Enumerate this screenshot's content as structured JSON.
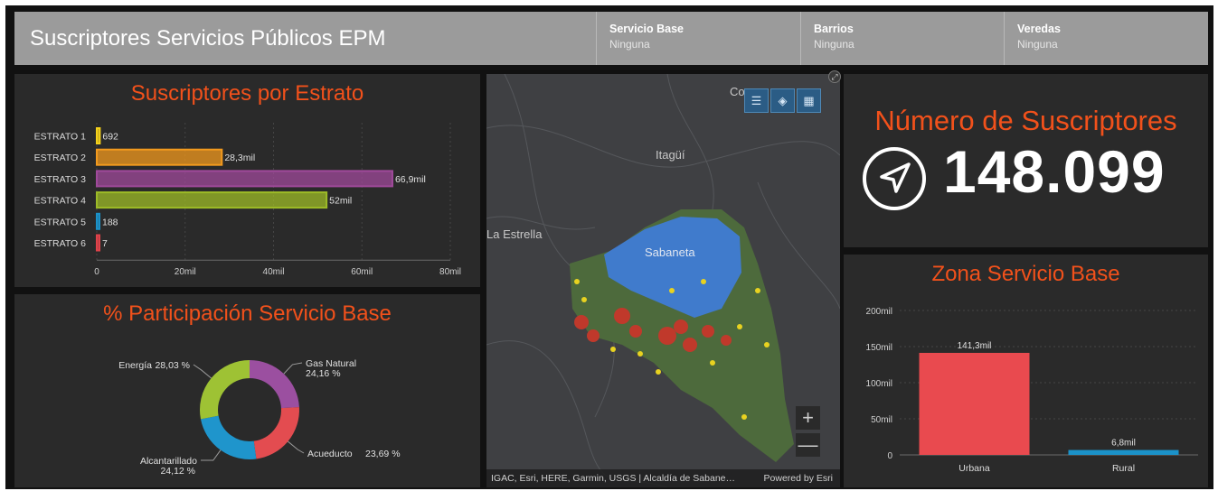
{
  "header": {
    "title": "Suscriptores Servicios Públicos EPM",
    "selectors": [
      {
        "label": "Servicio Base",
        "value": "Ninguna"
      },
      {
        "label": "Barrios",
        "value": "Ninguna"
      },
      {
        "label": "Veredas",
        "value": "Ninguna"
      }
    ]
  },
  "colors": {
    "title_orange": "#f2511b",
    "panel_bg": "#2a2a2a",
    "header_bg": "#9b9b9b",
    "map_button": "#2b5c85"
  },
  "estrato_chart": {
    "title": "Suscriptores por Estrato"
  },
  "participacion_chart": {
    "title": "% Participación Servicio Base"
  },
  "indicator": {
    "title": "Número de Suscriptores",
    "value": "148.099",
    "icon": "navigation-arrow-icon"
  },
  "zona_chart": {
    "title": "Zona Servicio Base"
  },
  "map": {
    "place_labels": [
      "Co",
      "Itagüí",
      "La Estrella",
      "Sabaneta"
    ],
    "buttons": [
      "legend-icon",
      "layers-icon",
      "basemap-gallery-icon"
    ],
    "zoom_in": "+",
    "zoom_out": "—",
    "attribution": "IGAC, Esri, HERE, Garmin, USGS | Alcaldía de Sabane…",
    "powered_by": "Powered by Esri",
    "expand_icon": "fullscreen-icon"
  },
  "chart_data": [
    {
      "type": "bar",
      "orientation": "horizontal",
      "title": "Suscriptores por Estrato",
      "categories": [
        "ESTRATO 1",
        "ESTRATO 2",
        "ESTRATO 3",
        "ESTRATO 4",
        "ESTRATO 5",
        "ESTRATO 6"
      ],
      "values": [
        692,
        28300,
        66900,
        52000,
        188,
        7
      ],
      "data_labels": [
        "692",
        "28,3mil",
        "66,9mil",
        "52mil",
        "188",
        "7"
      ],
      "colors": [
        "#f6d21a",
        "#f39a1e",
        "#a04a9b",
        "#9dbb27",
        "#1b92c9",
        "#e0424a"
      ],
      "xlim": [
        0,
        80000
      ],
      "xticks": [
        0,
        20000,
        40000,
        60000,
        80000
      ],
      "xtick_labels": [
        "0",
        "20mil",
        "40mil",
        "60mil",
        "80mil"
      ],
      "grid": true
    },
    {
      "type": "pie",
      "donut": true,
      "title": "% Participación Servicio Base",
      "slices": [
        {
          "label": "Gas Natural",
          "value": 24.16,
          "text": "24,16 %",
          "color": "#9b4fa0"
        },
        {
          "label": "Acueducto",
          "value": 23.69,
          "text": "23,69 %",
          "color": "#e34c50"
        },
        {
          "label": "Alcantarillado",
          "value": 24.12,
          "text": "24,12 %",
          "color": "#1f95cc"
        },
        {
          "label": "Energía",
          "value": 28.03,
          "text": "28,03 %",
          "color": "#9ec234"
        }
      ]
    },
    {
      "type": "bar",
      "title": "Zona Servicio Base",
      "categories": [
        "Urbana",
        "Rural"
      ],
      "values": [
        141300,
        6800
      ],
      "data_labels": [
        "141,3mil",
        "6,8mil"
      ],
      "colors": [
        "#e94a4f",
        "#1b92c9"
      ],
      "ylim": [
        0,
        200000
      ],
      "yticks": [
        0,
        50000,
        100000,
        150000,
        200000
      ],
      "ytick_labels": [
        "0",
        "50mil",
        "100mil",
        "150mil",
        "200mil"
      ],
      "grid": true
    }
  ]
}
